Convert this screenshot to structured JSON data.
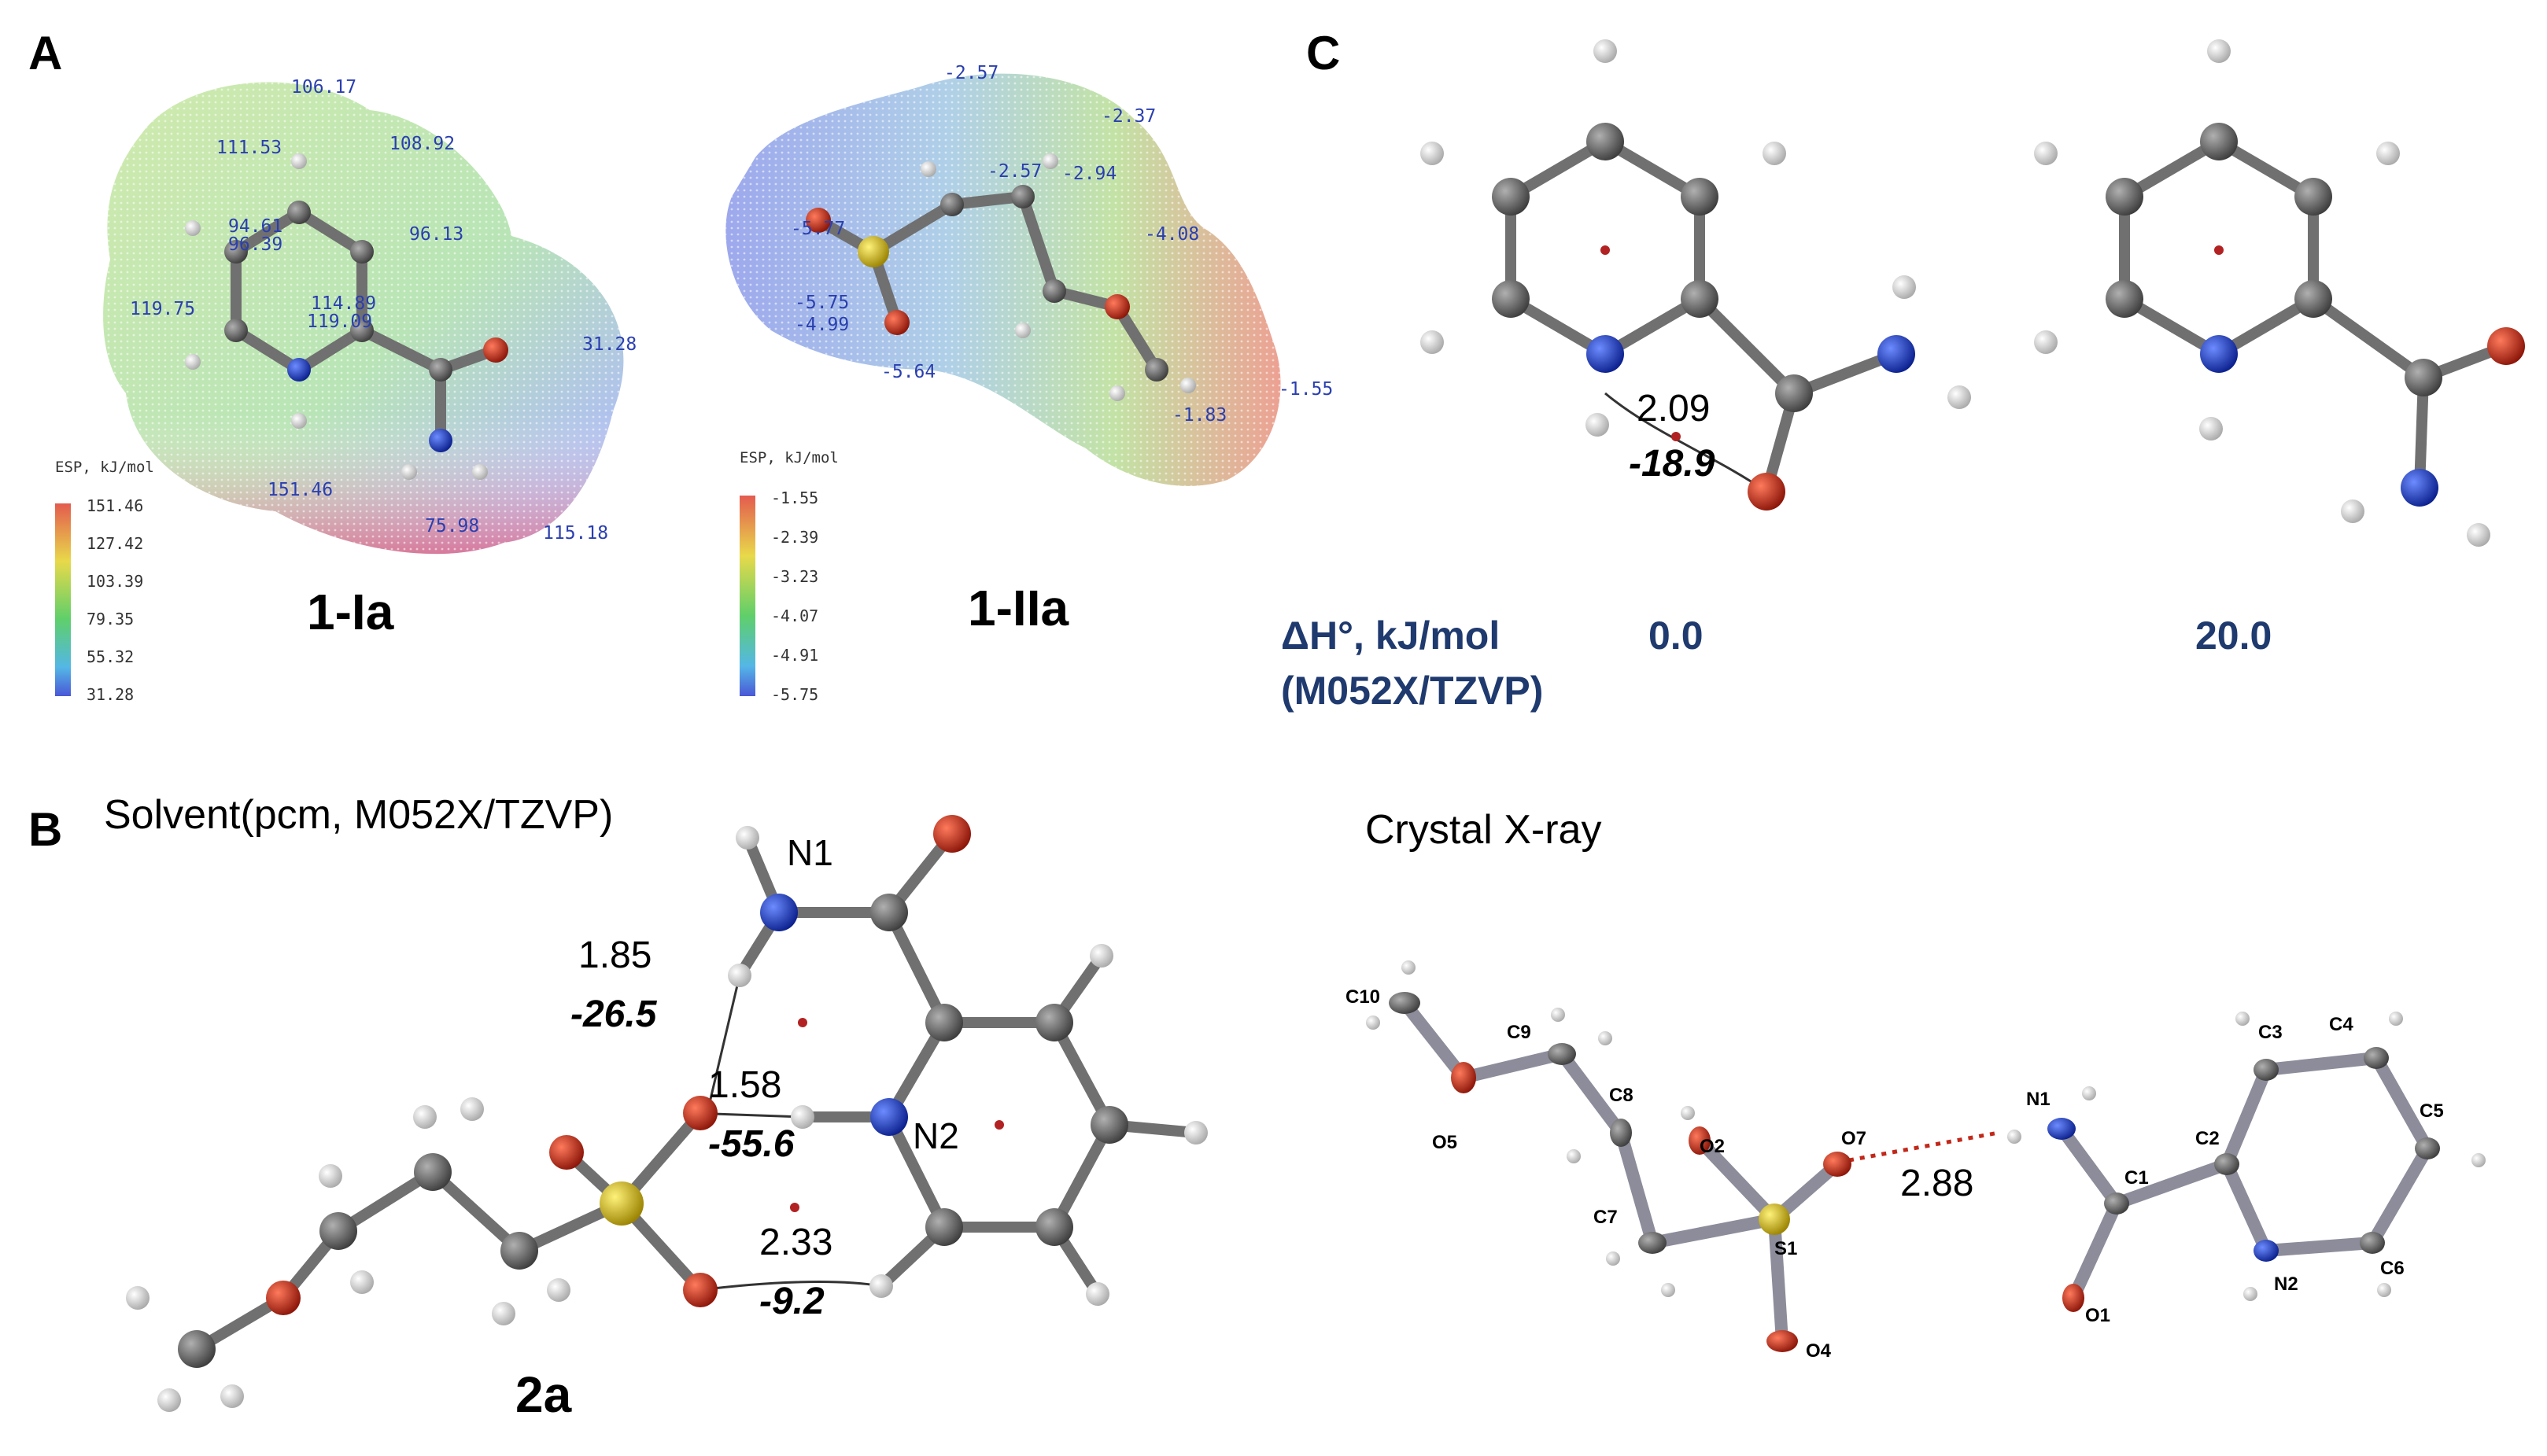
{
  "panels": {
    "A": {
      "letter": "A",
      "molecules": [
        {
          "label": "1-Ia",
          "esp_values": [
            "106.17",
            "111.53",
            "108.92",
            "94.61",
            "96.39",
            "96.13",
            "119.75",
            "114.89",
            "119.09",
            "31.28",
            "151.46",
            "75.98",
            "115.18"
          ],
          "scale": {
            "title": "ESP, kJ/mol",
            "ticks": [
              "151.46",
              "127.42",
              "103.39",
              "79.35",
              "55.32",
              "31.28"
            ]
          }
        },
        {
          "label": "1-IIa",
          "esp_values": [
            "-2.57",
            "-2.37",
            "-2.57",
            "-2.94",
            "-4.08",
            "-5.77",
            "-5.75",
            "-4.99",
            "-5.64",
            "-1.83",
            "-1.55"
          ],
          "scale": {
            "title": "ESP, kJ/mol",
            "ticks": [
              "-1.55",
              "-2.39",
              "-3.23",
              "-4.07",
              "-4.91",
              "-5.75"
            ]
          }
        }
      ]
    },
    "B": {
      "letter": "B",
      "solvent_title": "Solvent(pcm, M052X/TZVP)",
      "crystal_title": "Crystal X-ray",
      "complex_label": "2a",
      "interactions": [
        {
          "distance": "1.85",
          "energy": "-26.5"
        },
        {
          "distance": "1.58",
          "energy": "-55.6"
        },
        {
          "distance": "2.33",
          "energy": "-9.2"
        }
      ],
      "atom_labels": [
        "N1",
        "N2"
      ],
      "xray": {
        "atoms": [
          "C10",
          "C9",
          "C8",
          "O5",
          "O2",
          "O7",
          "C7",
          "S1",
          "O4",
          "N1",
          "C1",
          "C2",
          "C3",
          "C4",
          "C5",
          "C6",
          "O1",
          "N2"
        ],
        "hbond_distance": "2.88"
      }
    },
    "C": {
      "letter": "C",
      "dh_label_line1": "ΔH°, kJ/mol",
      "dh_label_line2": "(M052X/TZVP)",
      "conformers": [
        {
          "dh": "0.0",
          "distance": "2.09",
          "energy": "-18.9"
        },
        {
          "dh": "20.0"
        }
      ]
    }
  },
  "colors": {
    "carbon": "#6e6e6e",
    "hydrogen": "#d8d8d8",
    "nitrogen": "#1f3fbf",
    "oxygen": "#c0281a",
    "sulfur": "#c9b21a",
    "bcp": "#1f3fbf",
    "rcp": "#b22222",
    "dh_text": "#1f3a6e"
  }
}
